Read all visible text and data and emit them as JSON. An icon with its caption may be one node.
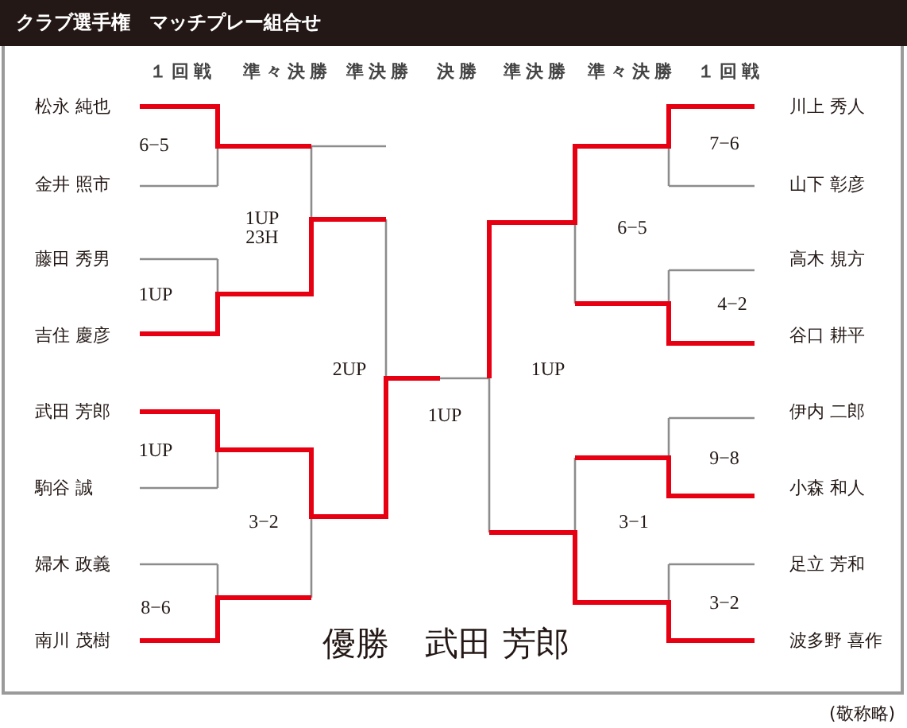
{
  "diagram": {
    "title": "クラブ選手権　マッチプレー組合せ",
    "labels": [
      "１回戦",
      "準々決勝",
      "準決勝",
      "決勝",
      "準決勝",
      "準々決勝",
      "１回戦",
      "松永 純也",
      "川上 秀人",
      "6−5",
      "7−6",
      "金井 照市",
      "山下 彰彦",
      "1UP 23H",
      "6−5",
      "藤田 秀男",
      "高木 規方",
      "1UP",
      "4−2",
      "吉住 慶彦",
      "谷口 耕平",
      "2UP",
      "1UP",
      "武田 芳郎",
      "1UP",
      "伊内 二郎",
      "1UP",
      "9−8",
      "駒谷 誠",
      "小森 和人",
      "3−2",
      "3−1",
      "婦木 政義",
      "足立 芳和",
      "8−6",
      "3−2",
      "南川 茂樹",
      "波多野 喜作",
      "優勝",
      "武田 芳郎",
      "(敬称略)"
    ]
  }
}
